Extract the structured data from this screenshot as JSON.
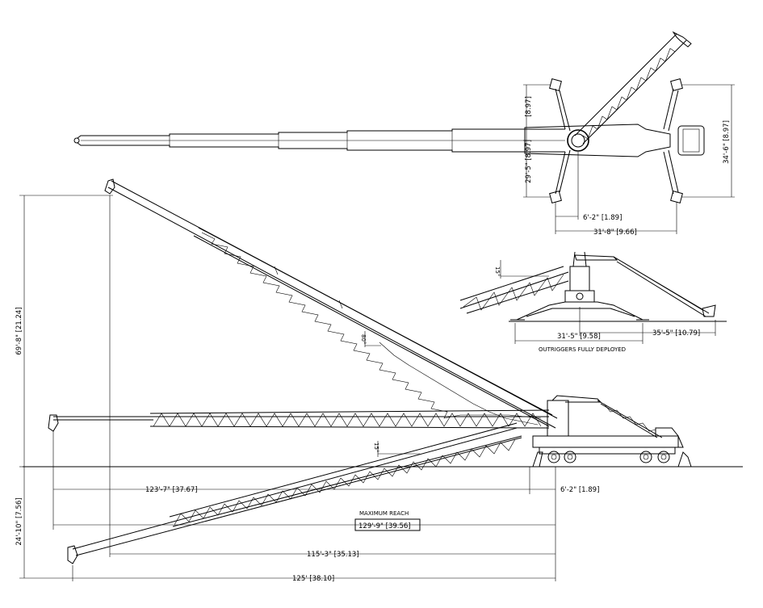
{
  "top_view": {
    "dim_outrigger_half_left": "29'-5\" [8.97]",
    "dim_outrigger_half_left_metric": "[8.97]",
    "dim_outrigger_span_right": "34'-6\" [8.97]",
    "dim_center_offset": "6'-2\" [1.89]",
    "dim_outrigger_width": "31'-8\" [9.66]"
  },
  "inset_view": {
    "angle_label": "15°",
    "dim_left": "31'-5\" [9.58]",
    "dim_right": "35'-5\" [10.79]",
    "caption": "OUTRIGGERS FULLY DEPLOYED"
  },
  "side_view": {
    "height_above_ground": "69'-8\" [21.24]",
    "depth_below_ground": "24'-10\" [7.56]",
    "boom_angle_upper": "80°",
    "boom_angle_lower": "15°",
    "dim_horizontal_reach": "123'-7\" [37.67]",
    "dim_rear_offset": "6'-2\" [1.89]",
    "max_reach_title": "MAXIMUM REACH",
    "max_reach_value": "129'-9\" [39.56]",
    "dim_reach_upper": "115'-3\" [35.13]",
    "dim_reach_lower": "125' [38.10]"
  }
}
